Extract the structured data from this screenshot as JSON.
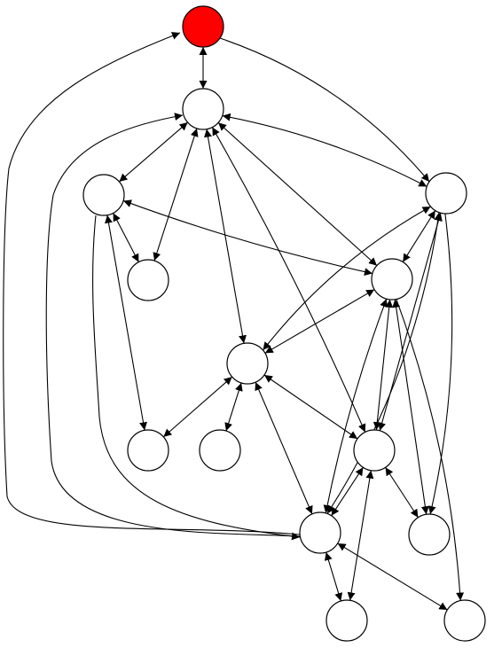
{
  "diagram": {
    "type": "directed-graph",
    "colors": {
      "root_fill": "#ff0000",
      "node_fill": "#ffffff",
      "stroke": "#000000"
    },
    "nodes": [
      {
        "id": "root",
        "highlight": true
      },
      {
        "id": "n1"
      },
      {
        "id": "n2"
      },
      {
        "id": "n3"
      },
      {
        "id": "n4"
      },
      {
        "id": "n5"
      },
      {
        "id": "n6"
      },
      {
        "id": "n7"
      },
      {
        "id": "n8"
      },
      {
        "id": "n9"
      },
      {
        "id": "n10"
      },
      {
        "id": "n11"
      },
      {
        "id": "n12"
      },
      {
        "id": "n13"
      },
      {
        "id": "n14"
      },
      {
        "id": "n15"
      }
    ],
    "edges": [
      {
        "from": "root",
        "to": "n1",
        "bidirectional": true
      },
      {
        "from": "n12",
        "to": "root",
        "bidirectional": false
      },
      {
        "from": "root",
        "to": "n4",
        "bidirectional": false
      },
      {
        "from": "n1",
        "to": "n2",
        "bidirectional": true
      },
      {
        "from": "n1",
        "to": "n3",
        "bidirectional": true
      },
      {
        "from": "n1",
        "to": "n4",
        "bidirectional": true
      },
      {
        "from": "n1",
        "to": "n5",
        "bidirectional": true
      },
      {
        "from": "n1",
        "to": "n6",
        "bidirectional": true
      },
      {
        "from": "n1",
        "to": "n9",
        "bidirectional": true
      },
      {
        "from": "n12",
        "to": "n1",
        "bidirectional": false
      },
      {
        "from": "n2",
        "to": "n3",
        "bidirectional": true
      },
      {
        "from": "n2",
        "to": "n5",
        "bidirectional": true
      },
      {
        "from": "n2",
        "to": "n7",
        "bidirectional": true
      },
      {
        "from": "n4",
        "to": "n5",
        "bidirectional": true
      },
      {
        "from": "n4",
        "to": "n6",
        "bidirectional": true
      },
      {
        "from": "n4",
        "to": "n12",
        "bidirectional": true
      },
      {
        "from": "n4",
        "to": "n9",
        "bidirectional": true
      },
      {
        "from": "n5",
        "to": "n6",
        "bidirectional": true
      },
      {
        "from": "n5",
        "to": "n9",
        "bidirectional": true
      },
      {
        "from": "n5",
        "to": "n12",
        "bidirectional": true
      },
      {
        "from": "n5",
        "to": "n10",
        "bidirectional": true
      },
      {
        "from": "n5",
        "to": "n15",
        "bidirectional": false
      },
      {
        "from": "n6",
        "to": "n7",
        "bidirectional": true
      },
      {
        "from": "n6",
        "to": "n8",
        "bidirectional": true
      },
      {
        "from": "n6",
        "to": "n9",
        "bidirectional": true
      },
      {
        "from": "n6",
        "to": "n12",
        "bidirectional": true
      },
      {
        "from": "n9",
        "to": "n10",
        "bidirectional": true
      },
      {
        "from": "n9",
        "to": "n12",
        "bidirectional": true
      },
      {
        "from": "n9",
        "to": "n13",
        "bidirectional": true
      },
      {
        "from": "n12",
        "to": "n13",
        "bidirectional": true
      },
      {
        "from": "n12",
        "to": "n14",
        "bidirectional": true
      },
      {
        "from": "n12",
        "to": "n15",
        "bidirectional": true
      },
      {
        "from": "n2",
        "to": "n12",
        "bidirectional": false
      },
      {
        "from": "n4",
        "to": "n10",
        "bidirectional": false
      }
    ]
  }
}
